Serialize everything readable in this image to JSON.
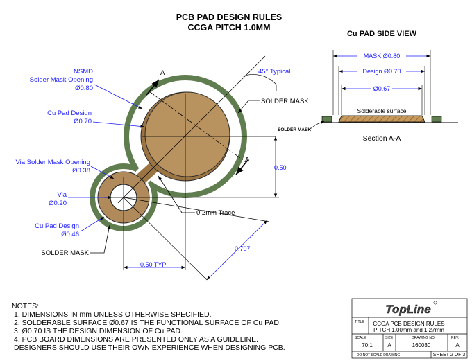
{
  "title": {
    "line1": "PCB PAD DESIGN RULES",
    "line2": "CCGA PITCH 1.0MM"
  },
  "main_view": {
    "section_marker": "A",
    "nsmd": {
      "line1": "NSMD",
      "line2": "Solder Mask Opening",
      "dim": "Ø0.80"
    },
    "cu_pad_design": {
      "label": "Cu Pad Design",
      "dim": "Ø0.70"
    },
    "via_mask_opening": {
      "label": "Via Solder Mask Opening",
      "dim": "Ø0.38"
    },
    "via": {
      "label": "Via",
      "dim": "Ø0.20"
    },
    "via_pad_design": {
      "label": "Cu Pad Design",
      "dim": "Ø0.46"
    },
    "solder_mask_left": "SOLDER MASK",
    "solder_mask_right": "SOLDER MASK",
    "angle_note": "45° Typical",
    "trace": "0.2mm Trace",
    "dim_050_vertical": "0.50",
    "dim_050_typ": "0.50 TYP",
    "dim_0707": "0.707"
  },
  "side_view": {
    "heading": "Cu PAD SIDE VIEW",
    "mask_dim": "MASK Ø0.80",
    "design_dim": "Design Ø0.70",
    "surface_dim": "Ø0.67",
    "surface_label": "Solderable surface",
    "solder_mask_label": "SOLDER MASK",
    "section_label": "Section A-A"
  },
  "notes": {
    "heading": "NOTES:",
    "items": [
      "1. DIMENSIONS IN mm UNLESS OTHERWISE SPECIFIED.",
      "2. SOLDERABLE SURFACE Ø0.67 IS THE FUNCTIONAL SURFACE OF Cu PAD.",
      "3. Ø0.70 IS THE DESIGN DIMENSION OF Cu PAD.",
      "4. PCB BOARD DIMENSIONS ARE PRESENTED ONLY AS A GUIDELINE.",
      "DESIGNERS SHOULD USE THEIR OWN EXPERIENCE WHEN DESIGNING PCB."
    ]
  },
  "title_block": {
    "logo": "TopLine",
    "title_caption": "TITLE",
    "title_line1": "CCGA PCB DESIGN RULES",
    "title_line2": "PITCH 1.00mm and 1.27mm",
    "scale_caption": "SCALE",
    "scale": "70:1",
    "size_caption": "SIZE",
    "size": "A",
    "drawing_caption": "DRAWING NO.",
    "drawing_no": "160030",
    "rev_caption": "REV.",
    "rev": "A",
    "do_not_scale": "DO NOT SCALE DRAWING",
    "sheet": "SHEET 2 OF 3"
  },
  "colors": {
    "solder_mask": "#5f7d4e",
    "copper": "#b08a5a",
    "dimension_blue": "#1a1aff",
    "background": "#ffffff"
  }
}
